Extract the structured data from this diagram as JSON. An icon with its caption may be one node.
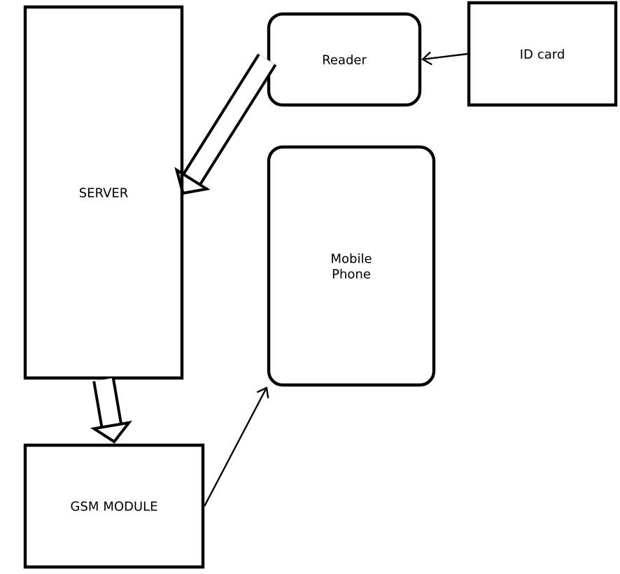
{
  "diagram": {
    "nodes": [
      {
        "text": [
          "SERVER"
        ]
      },
      {
        "text": [
          "Reader"
        ]
      },
      {
        "text": [
          "ID card"
        ]
      },
      {
        "text": [
          "Mobile Phone"
        ]
      },
      {
        "text": [
          "GSM MODULE"
        ]
      }
    ],
    "edges": [
      {
        "from": 2,
        "to": 1,
        "arrow": "to"
      },
      {
        "from": 1,
        "to": 0,
        "arrow": "to",
        "style": "thick"
      },
      {
        "from": 0,
        "to": 4,
        "arrow": "to",
        "style": "thick"
      },
      {
        "from": 4,
        "to": 3,
        "arrow": "to"
      }
    ]
  }
}
